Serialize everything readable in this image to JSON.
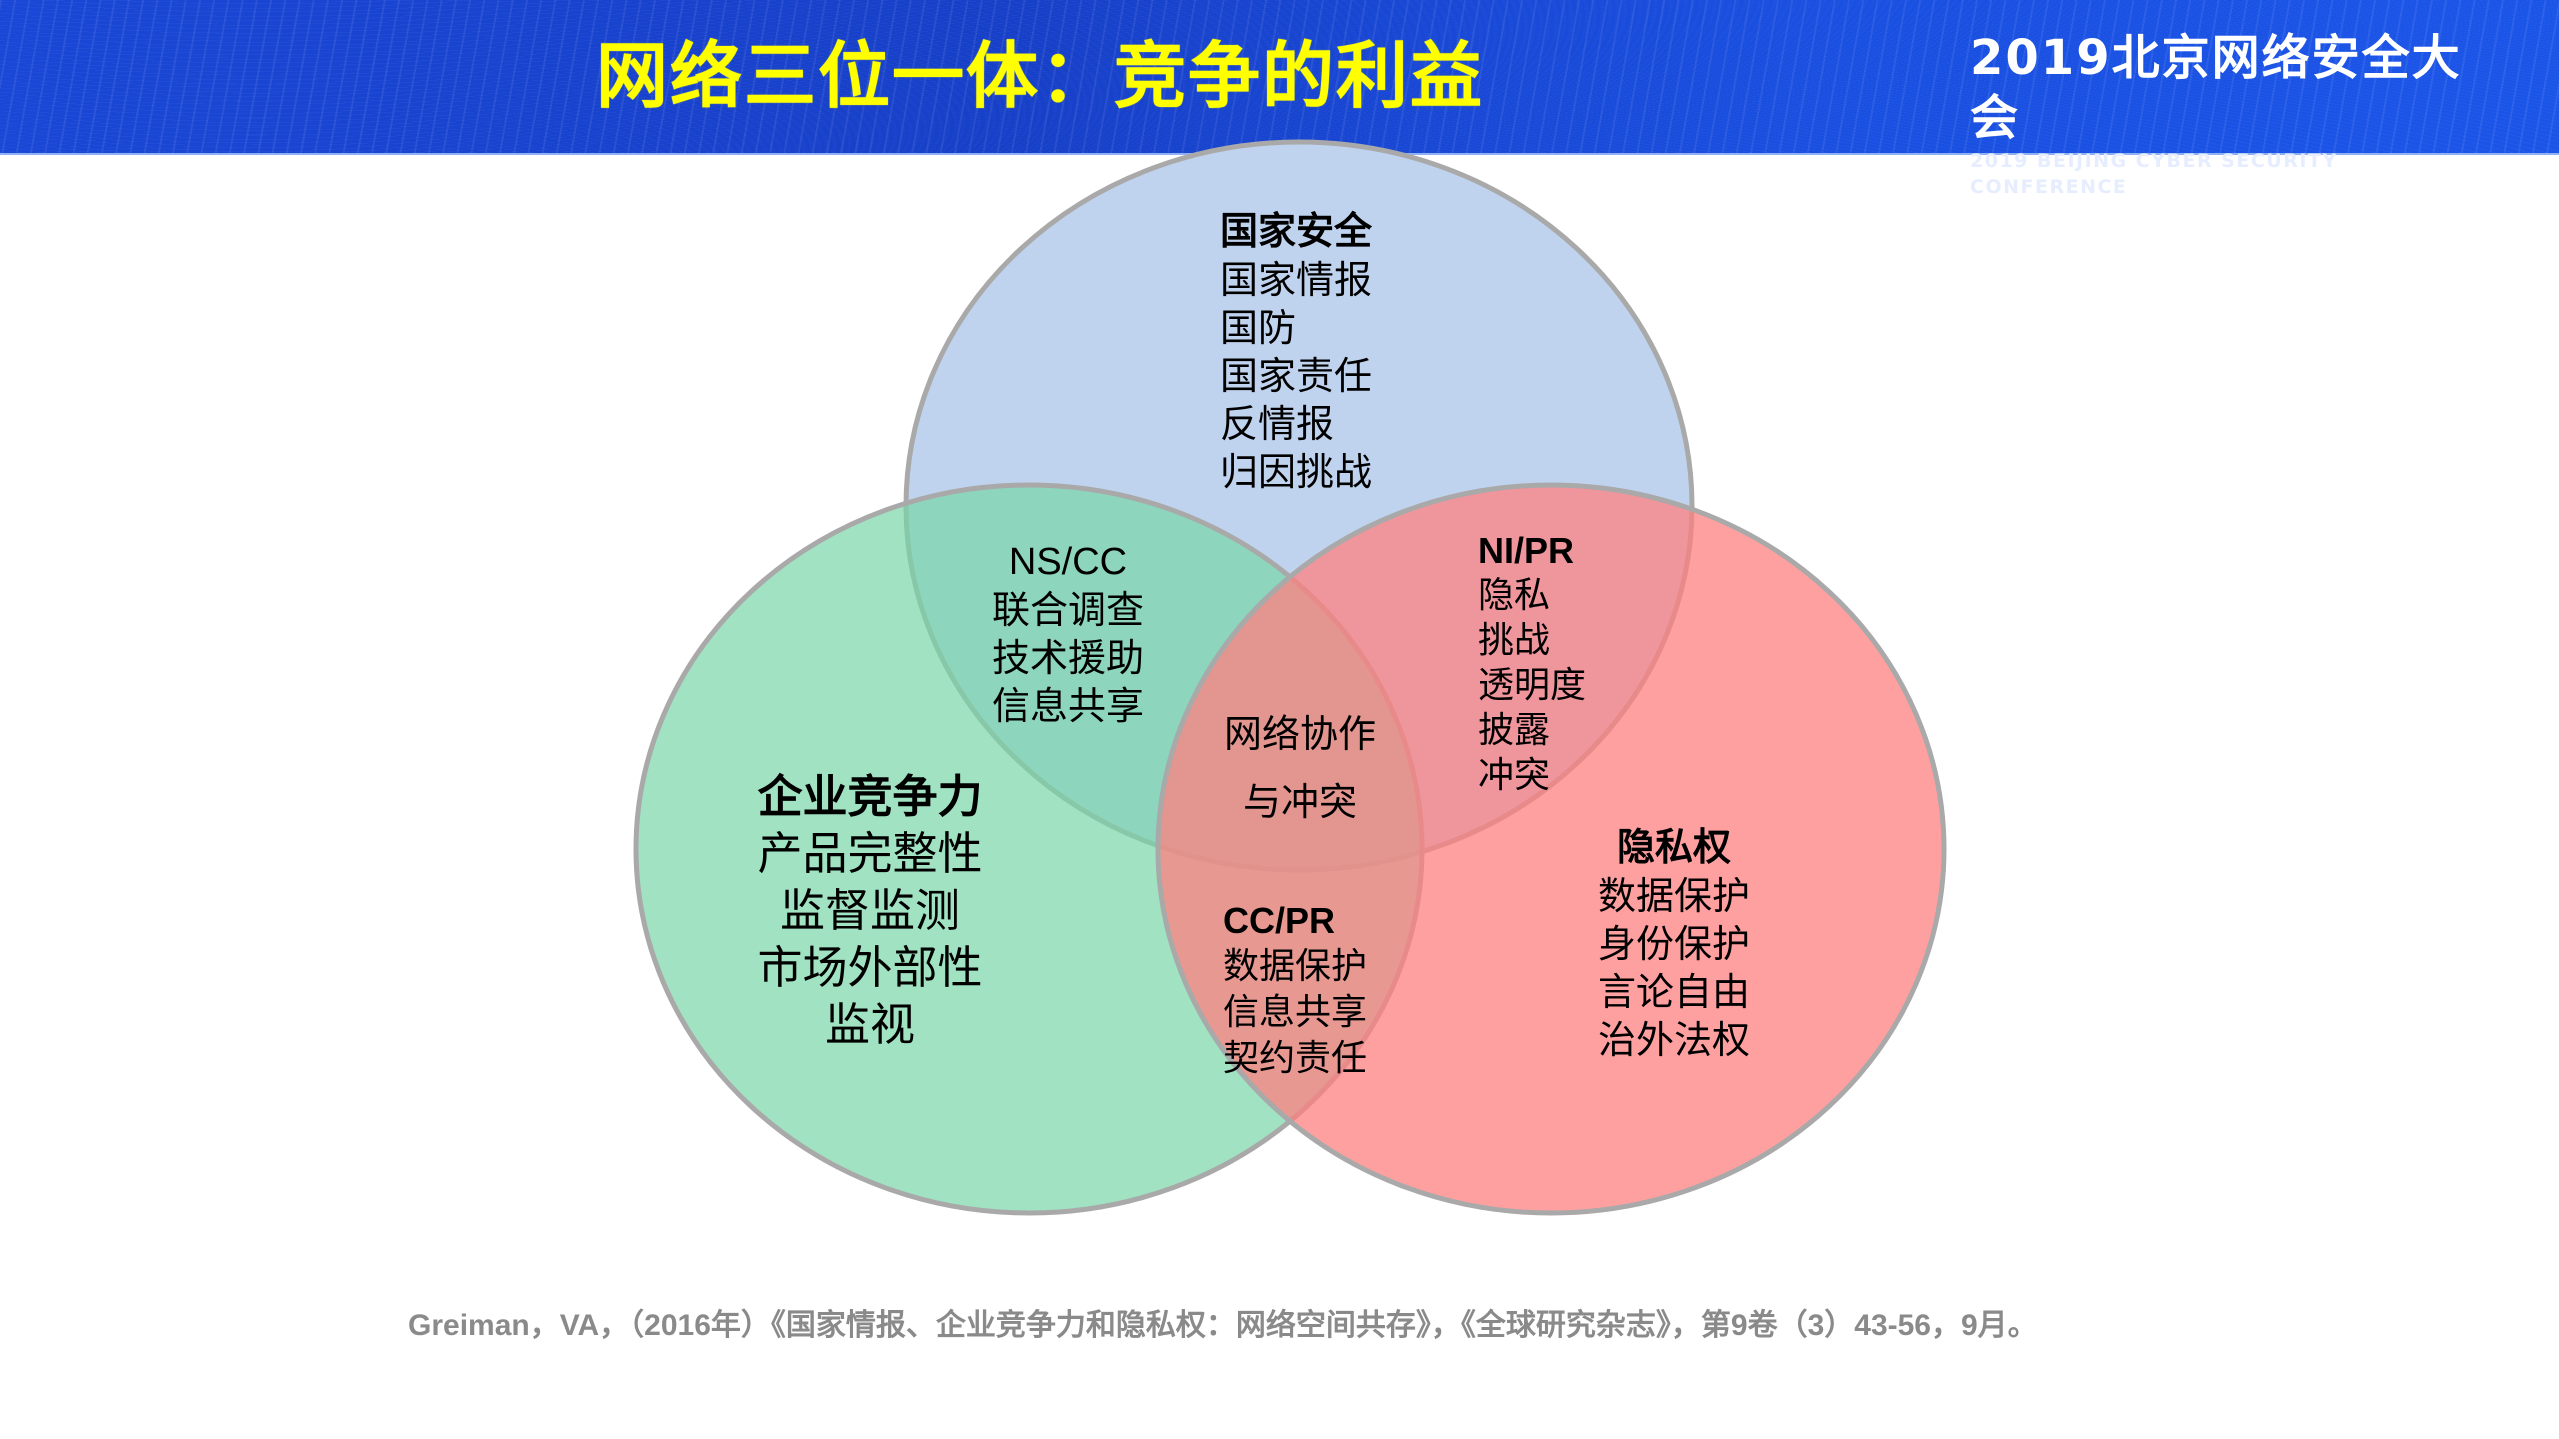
{
  "header": {
    "title": "网络三位一体：竞争的利益",
    "logo_cn": "2019北京网络安全大会",
    "logo_en": "2019 BEIJING CYBER SECURITY CONFERENCE"
  },
  "colors": {
    "header_bg": "#1a47d6",
    "title": "#ffff00",
    "circle_top": "#c0d3ee",
    "circle_left": "#a0e2c0",
    "circle_right": "#fd9e9e",
    "stroke": "#a9a9a9",
    "citation": "#8a8a8a"
  },
  "venn": {
    "top": {
      "heading": "国家安全",
      "items": [
        "国家情报",
        "国防",
        "国家责任",
        "反情报",
        "归因挑战"
      ]
    },
    "left": {
      "heading": "企业竞争力",
      "items": [
        "产品完整性",
        "监督监测",
        "市场外部性",
        "监视"
      ]
    },
    "right": {
      "heading": "隐私权",
      "items": [
        "数据保护",
        "身份保护",
        "言论自由",
        "治外法权"
      ]
    },
    "top_left": {
      "heading": "NS/CC",
      "items": [
        "联合调查",
        "技术援助",
        "信息共享"
      ]
    },
    "top_right": {
      "heading": "NI/PR",
      "items": [
        "隐私",
        "挑战",
        "透明度",
        "披露",
        "冲突"
      ]
    },
    "left_right": {
      "heading": "CC/PR",
      "items": [
        "数据保护",
        "信息共享",
        "契约责任"
      ]
    },
    "center": {
      "line1": "网络协作",
      "line2": "与冲突"
    }
  },
  "citation": "Greiman，VA，（2016年）《国家情报、企业竞争力和隐私权：网络空间共存》，《全球研究杂志》，第9卷（3）43-56，9月。"
}
